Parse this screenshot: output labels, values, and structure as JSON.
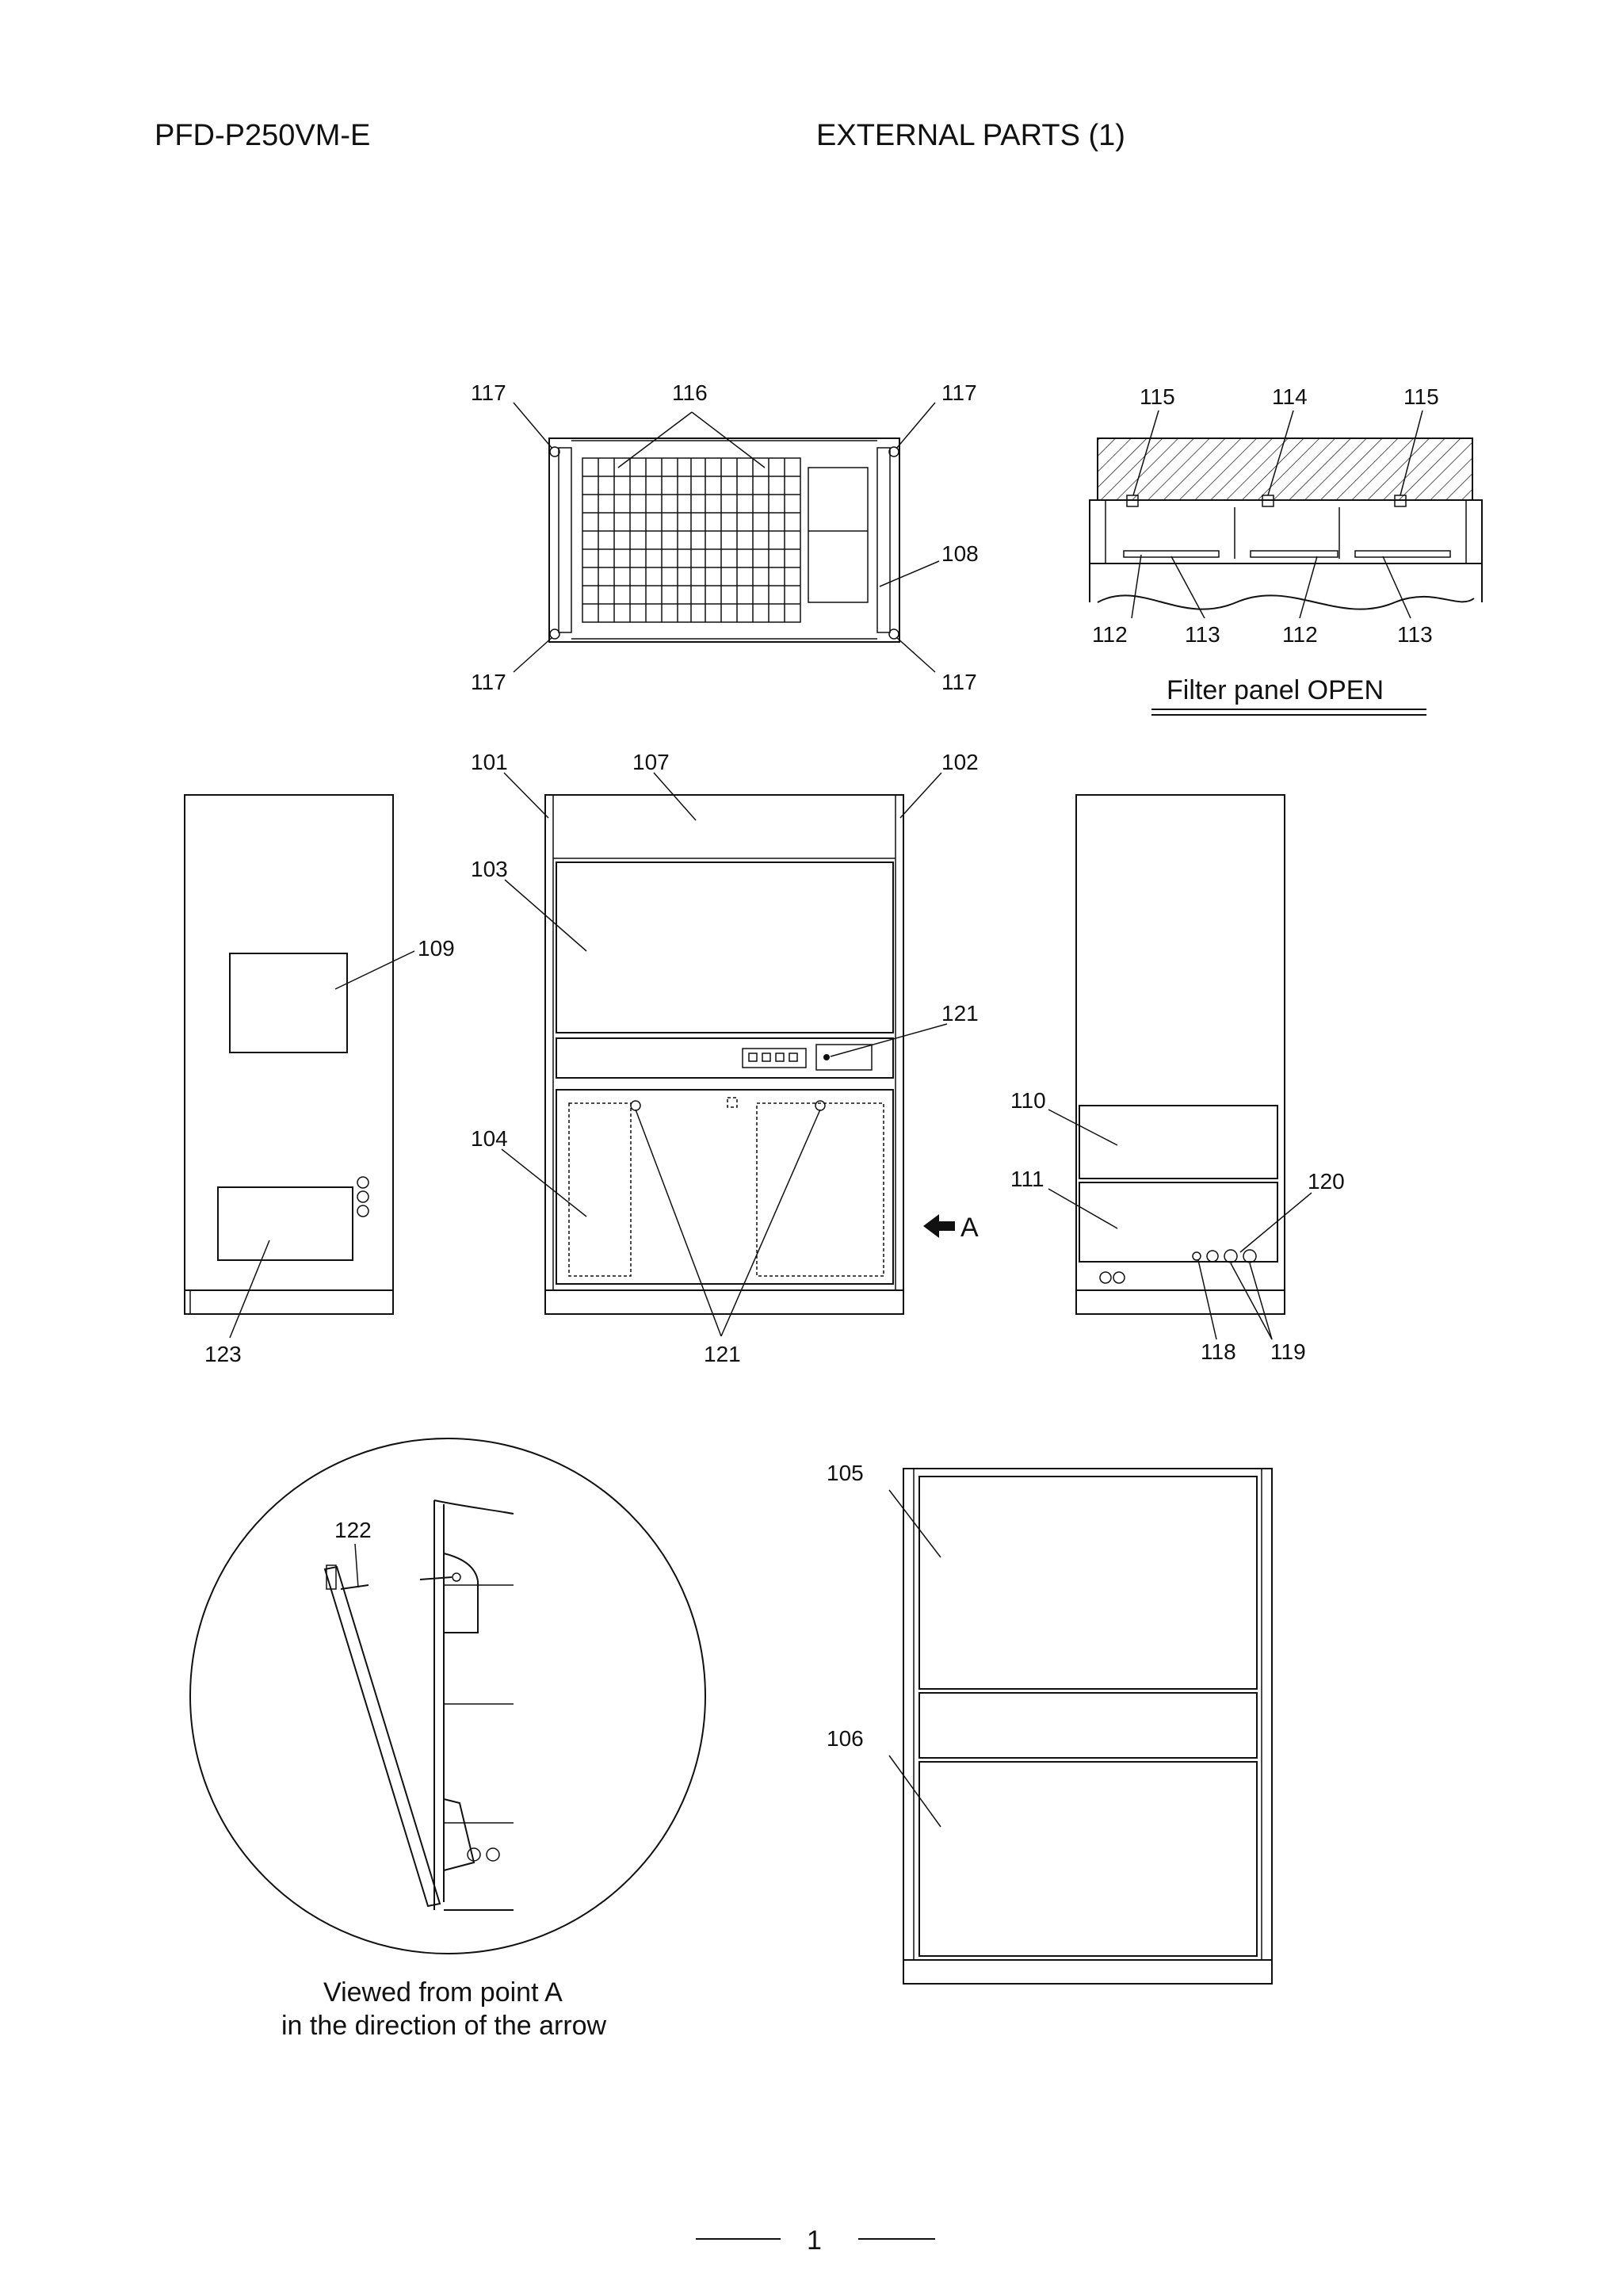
{
  "header": {
    "model": "PFD-P250VM-E",
    "title": "EXTERNAL PARTS (1)"
  },
  "top_view": {
    "labels": [
      "117",
      "116",
      "117",
      "108",
      "117",
      "117"
    ]
  },
  "filter_panel": {
    "labels": [
      "115",
      "114",
      "115",
      "112",
      "113",
      "112",
      "113"
    ],
    "caption": "Filter panel OPEN"
  },
  "left_side_view": {
    "labels": [
      "109",
      "123"
    ]
  },
  "front_view": {
    "labels": [
      "101",
      "107",
      "102",
      "103",
      "121",
      "104",
      "121"
    ],
    "arrow_label": "A"
  },
  "right_side_view": {
    "labels": [
      "110",
      "111",
      "120",
      "118",
      "119"
    ]
  },
  "detail_view": {
    "labels": [
      "122"
    ],
    "caption_line1": "Viewed from point A",
    "caption_line2": "in the direction of the arrow"
  },
  "rear_view": {
    "labels": [
      "105",
      "106"
    ]
  },
  "footer": {
    "page_number": "1"
  }
}
